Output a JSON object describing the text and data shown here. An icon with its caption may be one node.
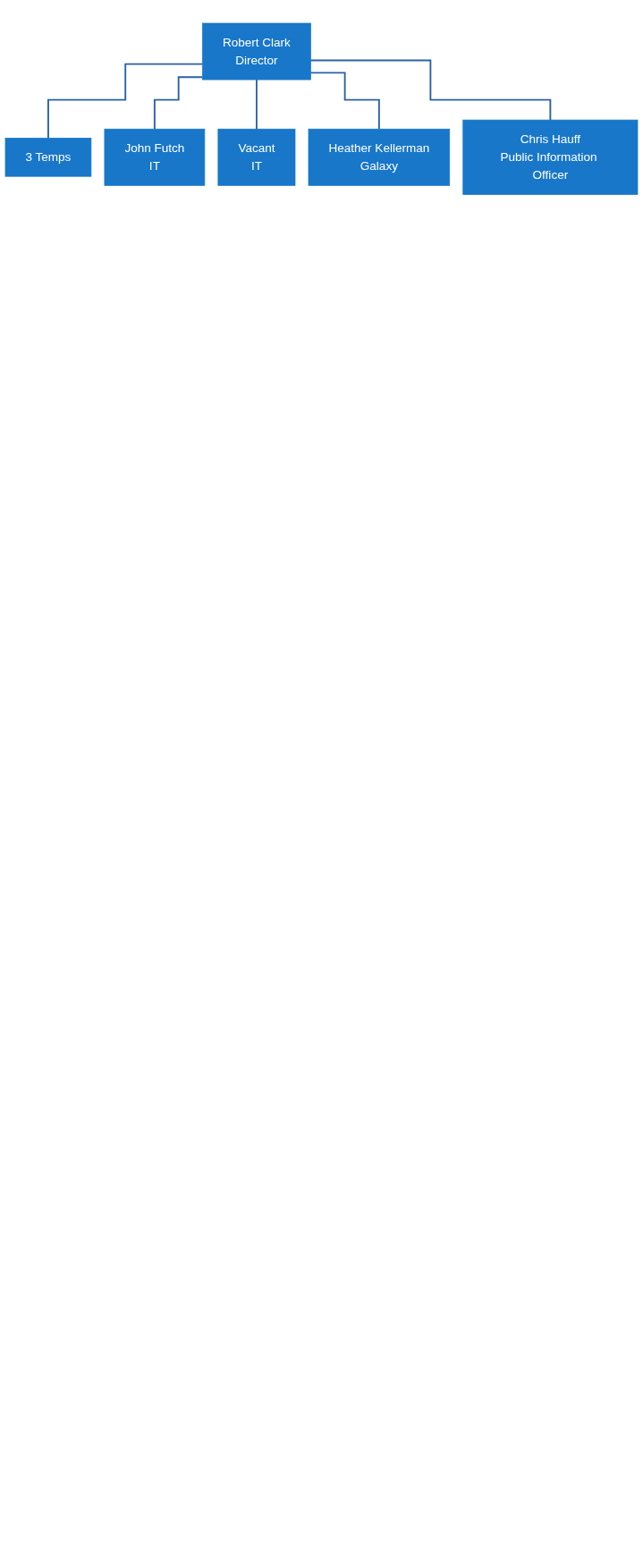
{
  "diagram": {
    "nodes": [
      {
        "text": [
          "Robert Clark",
          "Director"
        ]
      },
      {
        "text": [
          "3 Temps"
        ]
      },
      {
        "text": [
          "John Futch",
          "IT"
        ]
      },
      {
        "text": [
          "Vacant",
          "IT"
        ]
      },
      {
        "text": [
          "Heather Kellerman",
          "Galaxy"
        ]
      },
      {
        "text": [
          "Chris Hauff",
          "Public Information Officer"
        ]
      }
    ],
    "edges": [
      {
        "from": 0,
        "to": 1,
        "arrow": "none"
      },
      {
        "from": 0,
        "to": 2,
        "arrow": "none"
      },
      {
        "from": 0,
        "to": 3,
        "arrow": "none"
      },
      {
        "from": 0,
        "to": 4,
        "arrow": "none"
      },
      {
        "from": 0,
        "to": 5,
        "arrow": "none"
      }
    ]
  }
}
